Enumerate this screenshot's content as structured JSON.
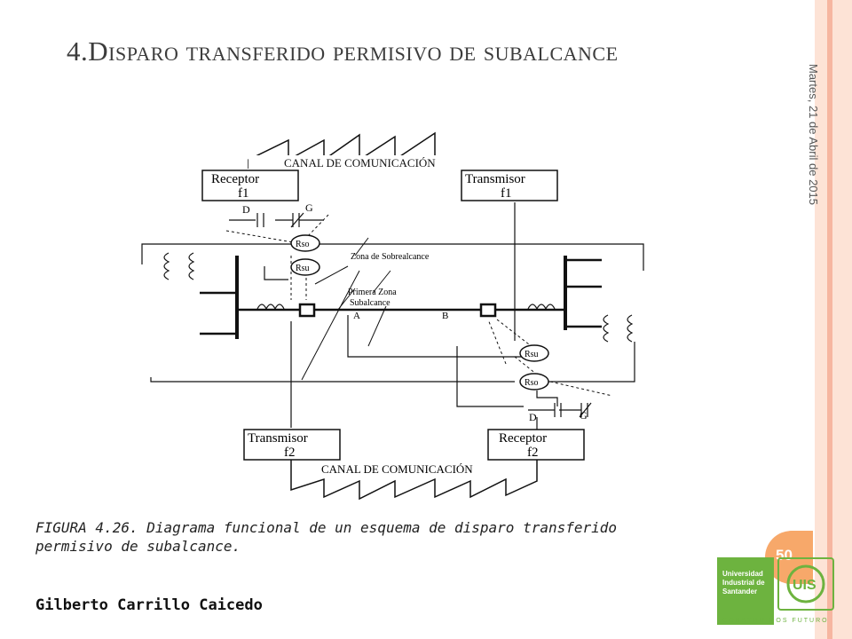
{
  "title": {
    "lead": "4.D",
    "rest": "isparo transferido permisivo de subalcance"
  },
  "date": "Martes, 21 de Abril de 2015",
  "author": "Gilberto Carrillo Caicedo",
  "slide_number": "50",
  "logo": {
    "line1": "Universidad",
    "line2": "Industrial de",
    "line3": "Santander",
    "tagline": "CONSTRUIMOS FUTURO",
    "mark": "UIS"
  },
  "colors": {
    "stripe_light": "#fde3d6",
    "stripe_dark": "#f6b6a0",
    "accent": "#f7a86a",
    "logo_green": "#6db33f"
  },
  "diagram": {
    "channel_top": "CANAL DE COMUNICACIÓN",
    "channel_bottom": "CANAL DE COMUNICACIÓN",
    "receptor_top": {
      "line1": "Receptor",
      "line2": "f1"
    },
    "transmisor_top": {
      "line1": "Transmisor",
      "line2": "f1"
    },
    "transmisor_bottom": {
      "line1": "Transmisor",
      "line2": "f2"
    },
    "receptor_bottom": {
      "line1": "Receptor",
      "line2": "f2"
    },
    "rso_left": "Rso",
    "rsu_left": "Rsu",
    "rsu_right": "Rsu",
    "rso_right": "Rso",
    "d_top": "D",
    "g_top": "G",
    "d_bottom": "D",
    "g_bottom": "G",
    "zona_sobrealcance": "Zona de Sobrealcance",
    "primera_zona_1": "Primera Zona",
    "primera_zona_2": "Subalcance",
    "point_a": "A",
    "point_b": "B"
  },
  "caption": {
    "line1": "FIGURA 4.26. Diagrama funcional de un esquema de disparo transferido",
    "line2": "permisivo de subalcance."
  }
}
